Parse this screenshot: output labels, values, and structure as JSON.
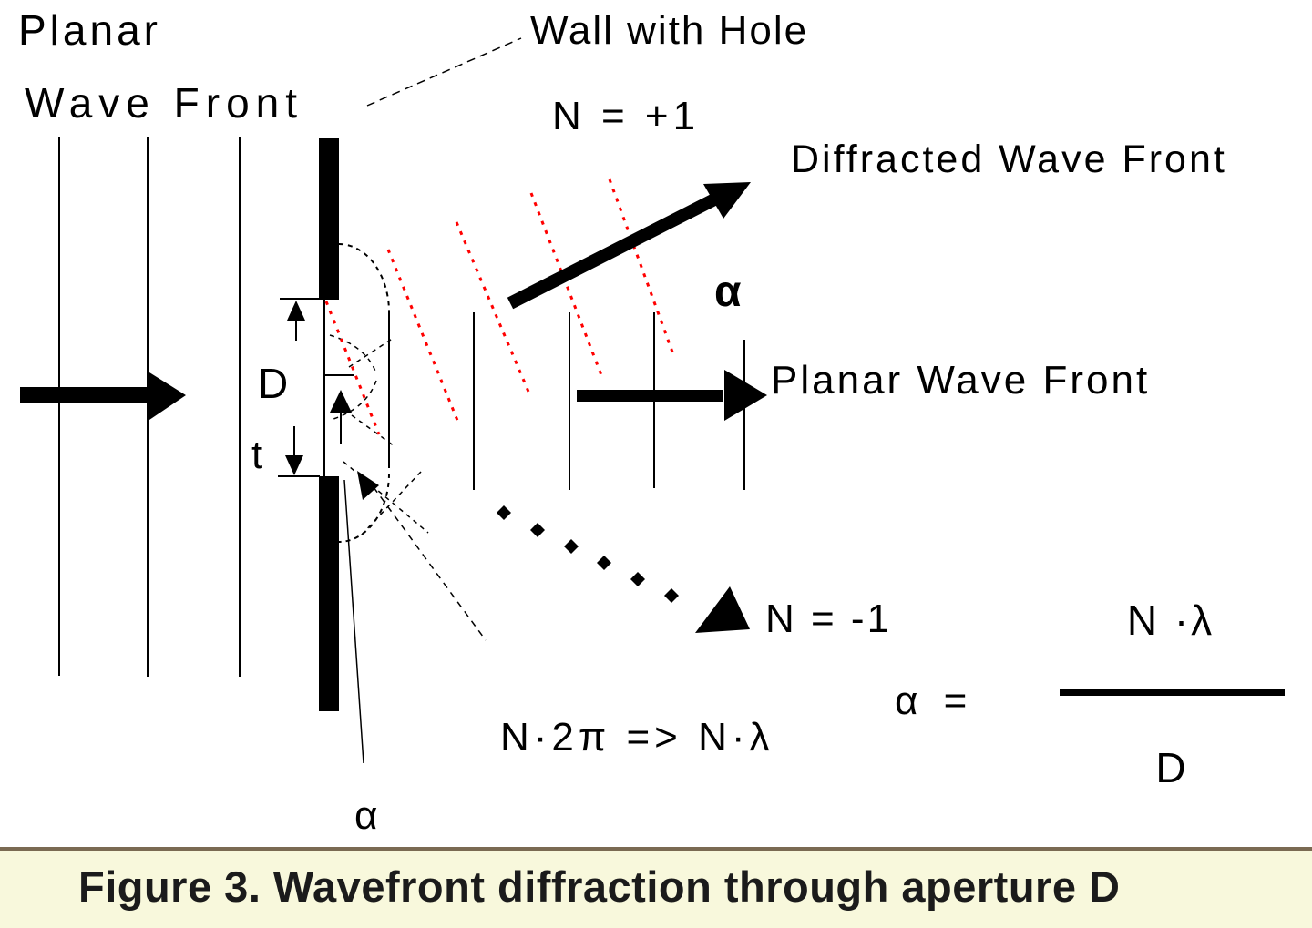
{
  "colors": {
    "ink": "#000000",
    "red": "#ff0000",
    "caption_bg": "#f8f8dc",
    "caption_border": "#7a6a52",
    "caption_text": "#1b1b1b"
  },
  "labels": {
    "planar_line1": "Planar",
    "planar_line2": "Wave Front",
    "wall_with_hole": "Wall with Hole",
    "n_plus_1": "N = +1",
    "diffracted_wave_front": "Diffracted Wave Front",
    "alpha_top": "α",
    "planar_wave_front_right": "Planar Wave Front",
    "n_minus_1": "N = -1",
    "phase_relation": "N·2π => N·λ",
    "aperture_d": "D",
    "thickness_t": "t",
    "alpha_bottom": "α"
  },
  "formula": {
    "lhs": "α =",
    "numerator": "N ·λ",
    "denominator": "D"
  },
  "caption": {
    "text": "Figure 3. Wavefront diffraction through aperture D"
  },
  "icons": {
    "incident-arrow": "thick right arrow (incident plane wave)",
    "diffracted-arrow": "thick up-right arrow (N=+1 order)",
    "planar-arrow": "thick right arrow (zero order)",
    "dotted-arrow": "dotted down-right arrow (N=-1 order)",
    "red-wavefronts": "red dashed diffracted wavefront lines"
  }
}
